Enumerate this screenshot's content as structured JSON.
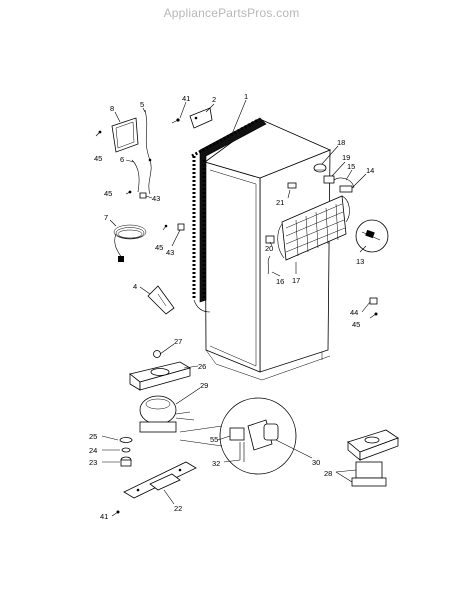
{
  "watermark": "AppliancePartsPros.com",
  "callouts": [
    {
      "id": "c1",
      "text": "1"
    },
    {
      "id": "c2",
      "text": "2"
    },
    {
      "id": "c4",
      "text": "4"
    },
    {
      "id": "c5",
      "text": "5"
    },
    {
      "id": "c6",
      "text": "6"
    },
    {
      "id": "c7",
      "text": "7"
    },
    {
      "id": "c8",
      "text": "8"
    },
    {
      "id": "c13",
      "text": "13"
    },
    {
      "id": "c14",
      "text": "14"
    },
    {
      "id": "c15",
      "text": "15"
    },
    {
      "id": "c16",
      "text": "16"
    },
    {
      "id": "c17",
      "text": "17"
    },
    {
      "id": "c18",
      "text": "18"
    },
    {
      "id": "c19",
      "text": "19"
    },
    {
      "id": "c20",
      "text": "20"
    },
    {
      "id": "c21",
      "text": "21"
    },
    {
      "id": "c22",
      "text": "22"
    },
    {
      "id": "c23",
      "text": "23"
    },
    {
      "id": "c24",
      "text": "24"
    },
    {
      "id": "c25",
      "text": "25"
    },
    {
      "id": "c26",
      "text": "26"
    },
    {
      "id": "c27",
      "text": "27"
    },
    {
      "id": "c28",
      "text": "28"
    },
    {
      "id": "c29",
      "text": "29"
    },
    {
      "id": "c30",
      "text": "30"
    },
    {
      "id": "c32",
      "text": "32"
    },
    {
      "id": "c41a",
      "text": "41"
    },
    {
      "id": "c41b",
      "text": "41"
    },
    {
      "id": "c43a",
      "text": "43"
    },
    {
      "id": "c43b",
      "text": "43"
    },
    {
      "id": "c44",
      "text": "44"
    },
    {
      "id": "c45a",
      "text": "45"
    },
    {
      "id": "c45b",
      "text": "45"
    },
    {
      "id": "c45c",
      "text": "45"
    },
    {
      "id": "c45d",
      "text": "45"
    },
    {
      "id": "c55",
      "text": "55"
    }
  ]
}
